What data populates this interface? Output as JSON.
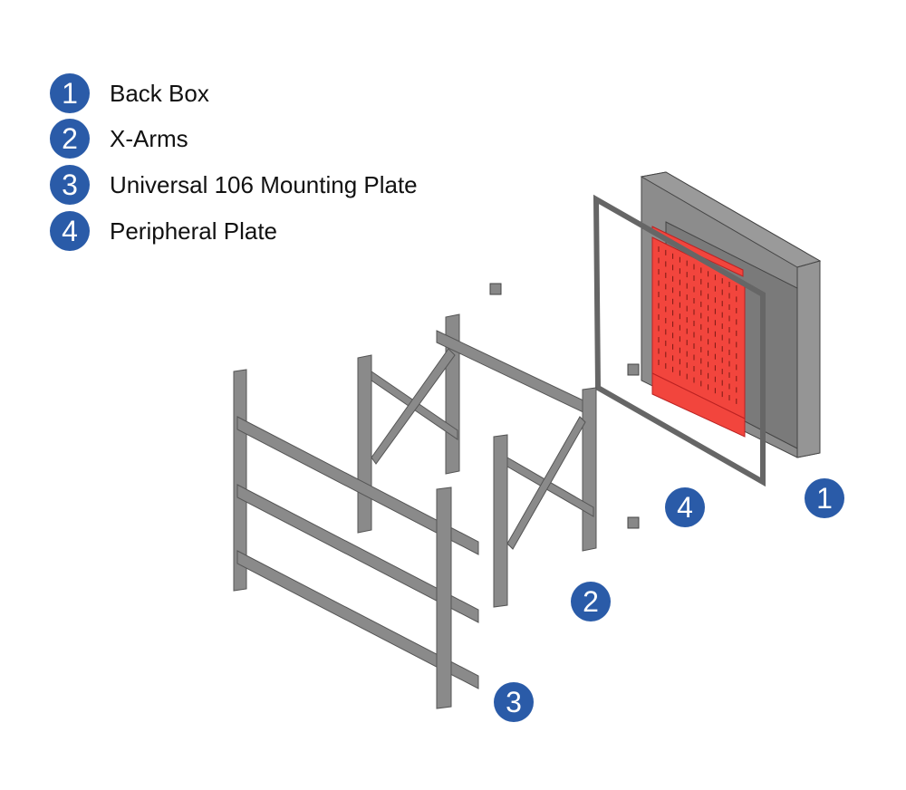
{
  "legend": [
    {
      "number": "1",
      "label": "Back Box"
    },
    {
      "number": "2",
      "label": "X-Arms"
    },
    {
      "number": "3",
      "label": "Universal 106 Mounting Plate"
    },
    {
      "number": "4",
      "label": "Peripheral Plate"
    }
  ],
  "callouts": {
    "back_box": "1",
    "x_arms": "2",
    "mounting_plate": "3",
    "peripheral_plate": "4"
  },
  "colors": {
    "badge": "#2a5ba8",
    "metal": "#8a8a8a",
    "peripheral_plate": "#f2453d"
  }
}
